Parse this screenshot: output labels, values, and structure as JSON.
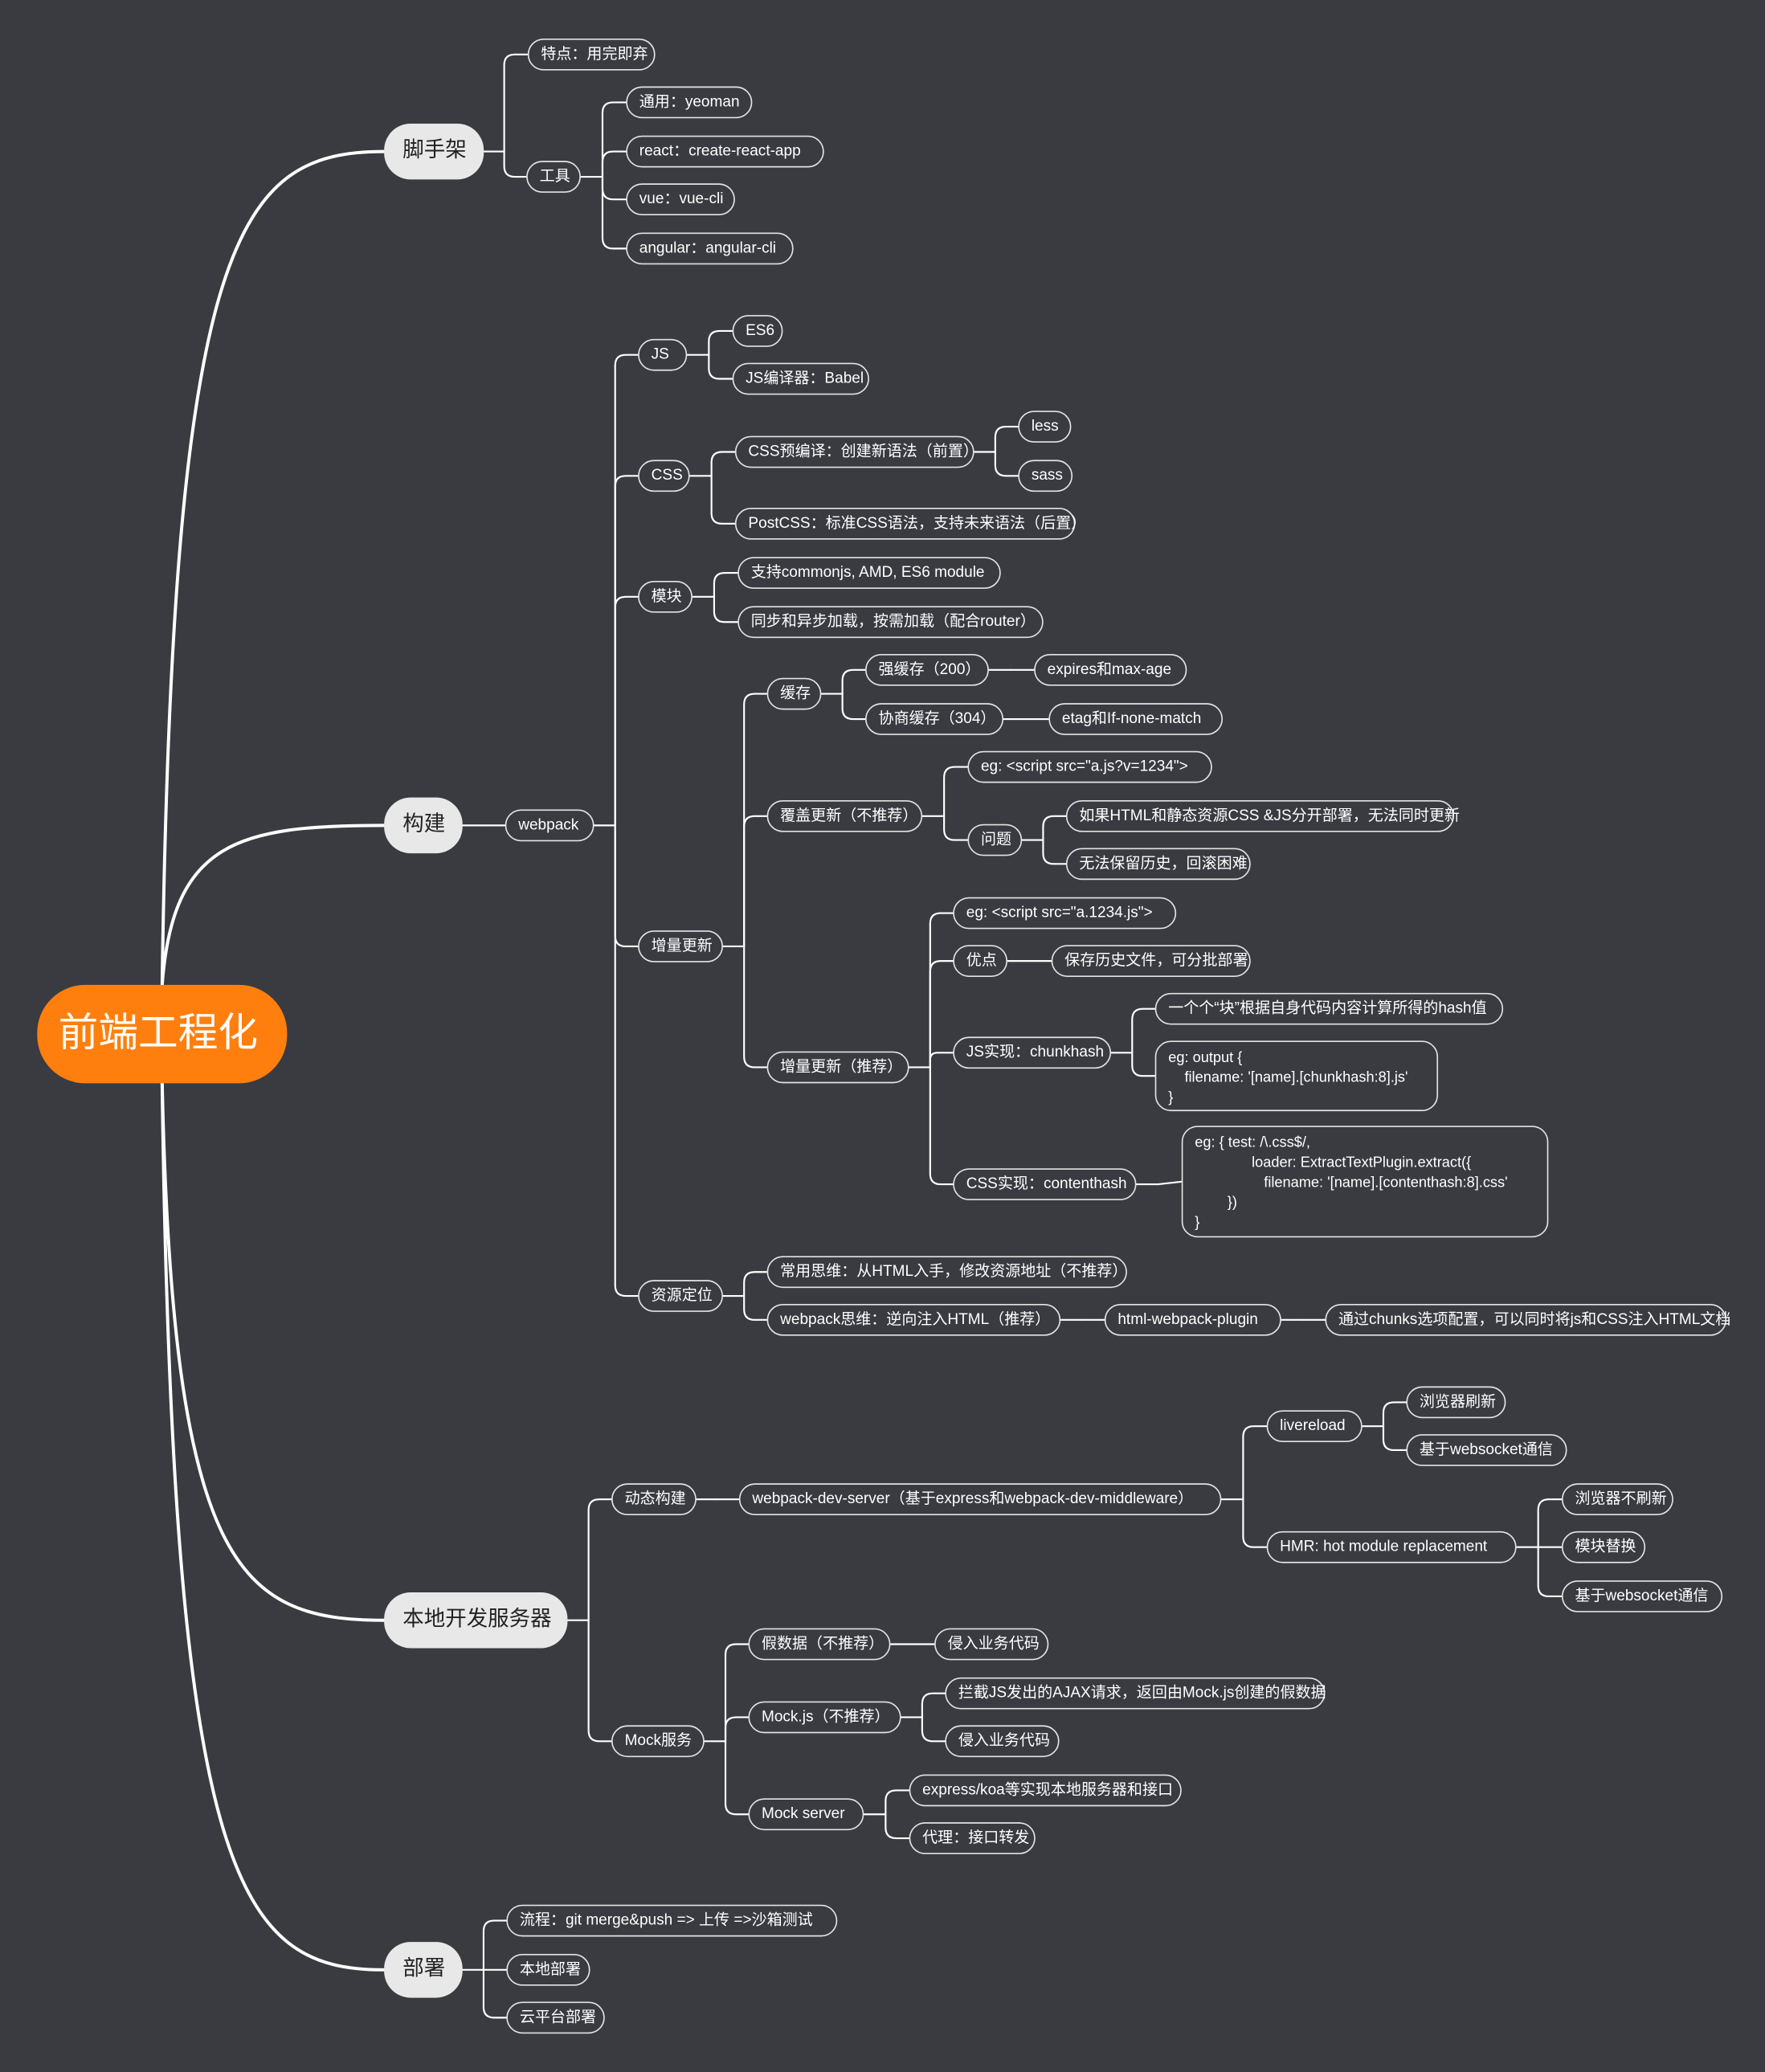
{
  "colors": {
    "background": "#393b40",
    "root": "#ff7f0e",
    "main_branch": "#e8e8e8",
    "line": "#ffffff"
  },
  "root": "前端工程化",
  "branches": {
    "scaffold": {
      "label": "脚手架",
      "feature": "特点：用完即弃",
      "tools": {
        "label": "工具",
        "items": [
          "通用：yeoman",
          "react：create-react-app",
          "vue：vue-cli",
          "angular：angular-cli"
        ]
      }
    },
    "build": {
      "label": "构建",
      "webpack": "webpack",
      "js": {
        "label": "JS",
        "items": [
          "ES6",
          "JS编译器：Babel"
        ]
      },
      "css": {
        "label": "CSS",
        "precompile": "CSS预编译：创建新语法（前置）",
        "precompile_items": [
          "less",
          "sass"
        ],
        "postcss": "PostCSS：标准CSS语法，支持未来语法（后置）"
      },
      "module": {
        "label": "模块",
        "items": [
          "支持commonjs, AMD, ES6 module",
          "同步和异步加载，按需加载（配合router）"
        ]
      },
      "incremental": {
        "label": "增量更新",
        "cache": {
          "label": "缓存",
          "strong": "强缓存（200）",
          "strong_detail": "expires和max-age",
          "negotiate": "协商缓存（304）",
          "negotiate_detail": "etag和If-none-match"
        },
        "overwrite": {
          "label": "覆盖更新（不推荐）",
          "example": "eg: <script src=\"a.js?v=1234\">",
          "problem": "问题",
          "problems": [
            "如果HTML和静态资源CSS &JS分开部署，无法同时更新",
            "无法保留历史，回滚困难"
          ]
        },
        "recommended": {
          "label": "增量更新（推荐）",
          "example": "eg: <script src=\"a.1234.js\">",
          "pros": "优点",
          "pros_detail": "保存历史文件，可分批部署",
          "js_impl": "JS实现：chunkhash",
          "js_detail": "一个个“块”根据自身代码内容计算所得的hash值",
          "js_code": "eg: output {\n    filename: '[name].[chunkhash:8].js'\n}",
          "css_impl": "CSS实现：contenthash",
          "css_code": "eg: { test: /\\.css$/,\n              loader: ExtractTextPlugin.extract({\n                 filename: '[name].[contenthash:8].css'\n        })\n}"
        }
      },
      "resource": {
        "label": "资源定位",
        "common": "常用思维：从HTML入手，修改资源地址（不推荐）",
        "webpack_way": "webpack思维：逆向注入HTML（推荐）",
        "plugin": "html-webpack-plugin",
        "plugin_detail": "通过chunks选项配置，可以同时将js和CSS注入HTML文档"
      }
    },
    "devserver": {
      "label": "本地开发服务器",
      "dynamic": {
        "label": "动态构建",
        "server": "webpack-dev-server（基于express和webpack-dev-middleware）",
        "livereload": "livereload",
        "livereload_items": [
          "浏览器刷新",
          "基于websocket通信"
        ],
        "hmr": "HMR: hot module replacement",
        "hmr_items": [
          "浏览器不刷新",
          "模块替换",
          "基于websocket通信"
        ]
      },
      "mock": {
        "label": "Mock服务",
        "fake": "假数据（不推荐）",
        "fake_detail": "侵入业务代码",
        "mockjs": "Mock.js（不推荐）",
        "mockjs_items": [
          "拦截JS发出的AJAX请求，返回由Mock.js创建的假数据",
          "侵入业务代码"
        ],
        "mockserver": "Mock server",
        "mockserver_items": [
          "express/koa等实现本地服务器和接口",
          "代理：接口转发"
        ]
      }
    },
    "deploy": {
      "label": "部署",
      "items": [
        "流程：git merge&push => 上传 =>沙箱测试",
        "本地部署",
        "云平台部署"
      ]
    }
  }
}
